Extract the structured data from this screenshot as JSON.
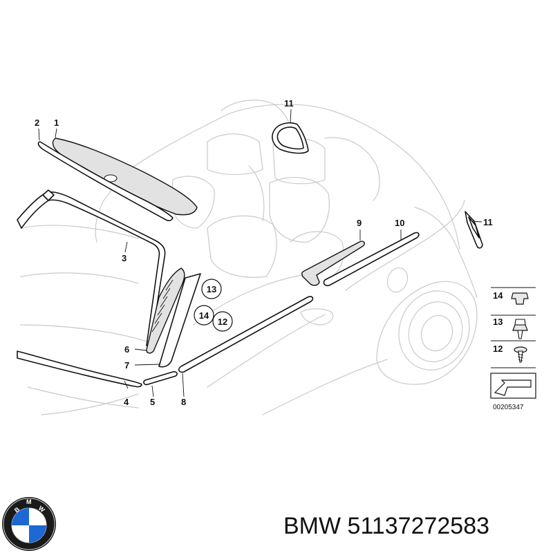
{
  "callouts": {
    "c1": "1",
    "c2": "2",
    "c3": "3",
    "c4": "4",
    "c5": "5",
    "c6": "6",
    "c7": "7",
    "c8": "8",
    "c9": "9",
    "c10": "10",
    "c11a": "11",
    "c11b": "11",
    "c12": "12",
    "c13": "13",
    "c14": "14"
  },
  "legend": {
    "item14": "14",
    "item13": "13",
    "item12": "12"
  },
  "drawing_number": "00205347",
  "brand": "BMW",
  "part_number": "51137272583",
  "logo": {
    "name": "bmw-roundel",
    "colors": {
      "blue": "#1c69d4",
      "white": "#ffffff",
      "ring": "#1a1a1a"
    }
  }
}
